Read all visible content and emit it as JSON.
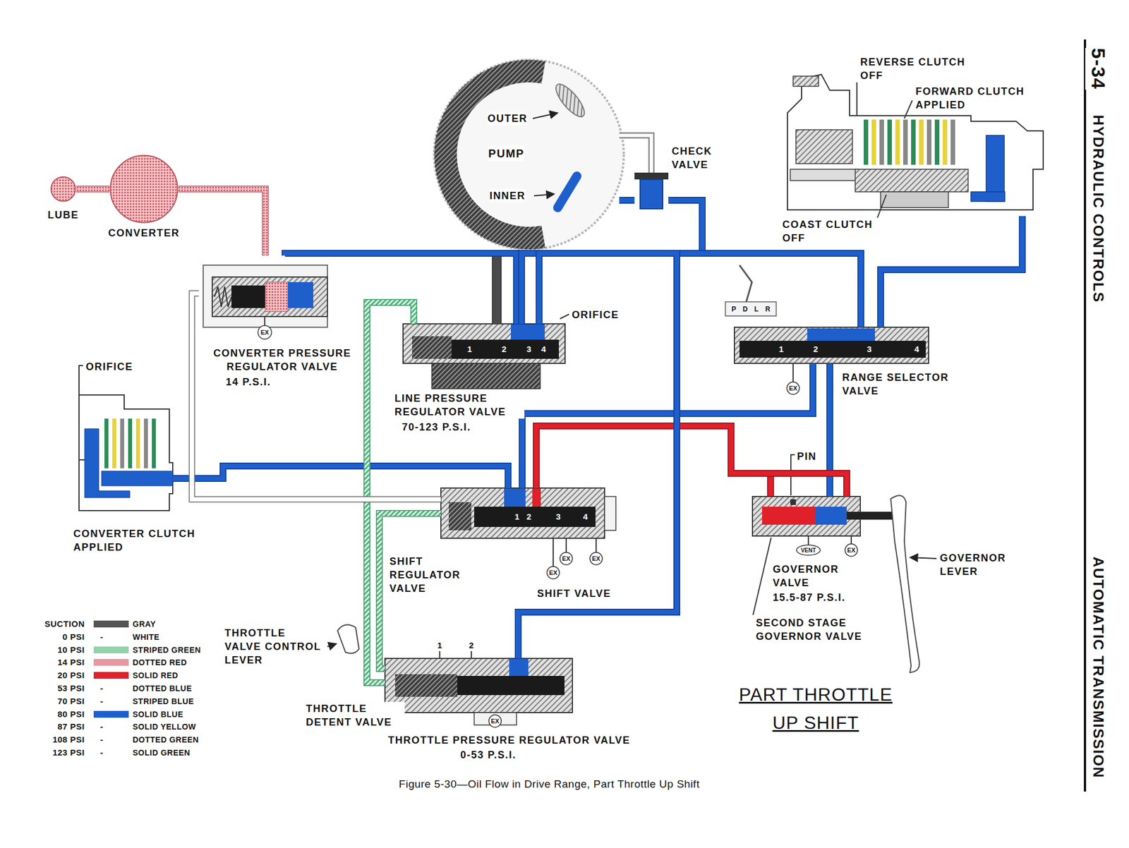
{
  "diagram": {
    "title": "PART THROTTLE UP SHIFT",
    "caption": "Figure 5-30—Oil Flow in Drive Range, Part Throttle Up Shift",
    "nodes": [
      {
        "text": [
          "LUBE"
        ]
      },
      {
        "text": [
          "CONVERTER"
        ]
      },
      {
        "text": [
          "OUTER",
          "PUMP",
          "INNER"
        ]
      },
      {
        "text": [
          "CHECK VALVE"
        ]
      },
      {
        "text": [
          "REVERSE CLUTCH OFF",
          "FORWARD CLUTCH APPLIED",
          "COAST CLUTCH OFF"
        ]
      },
      {
        "text": [
          "CONVERTER PRESSURE REGULATOR VALVE",
          "14 P.S.I."
        ]
      },
      {
        "text": [
          "LINE PRESSURE REGULATOR VALVE",
          "70-123 P.S.I."
        ]
      },
      {
        "text": [
          "RANGE SELECTOR VALVE"
        ]
      },
      {
        "text": [
          "CONVERTER CLUTCH APPLIED"
        ]
      },
      {
        "text": [
          "SHIFT REGULATOR VALVE",
          "SHIFT VALVE"
        ]
      },
      {
        "text": [
          "GOVERNOR VALVE",
          "15.5-87 P.S.I.",
          "SECOND STAGE GOVERNOR VALVE"
        ]
      },
      {
        "text": [
          "THROTTLE DETENT VALVE",
          "THROTTLE PRESSURE REGULATOR VALVE",
          "0-53 P.S.I."
        ]
      }
    ],
    "edges": [
      {
        "from": 1,
        "to": 0,
        "arrow": "none"
      },
      {
        "from": 5,
        "to": 1,
        "arrow": "none"
      },
      {
        "from": 2,
        "to": 6,
        "arrow": "none"
      },
      {
        "from": 2,
        "to": 3,
        "arrow": "none"
      },
      {
        "from": 6,
        "to": 5,
        "arrow": "none"
      },
      {
        "from": 6,
        "to": 7,
        "arrow": "none"
      },
      {
        "from": 7,
        "to": 4,
        "arrow": "none"
      },
      {
        "from": 7,
        "to": 10,
        "arrow": "none"
      },
      {
        "from": 7,
        "to": 9,
        "arrow": "none"
      },
      {
        "from": 10,
        "to": 9,
        "arrow": "none"
      },
      {
        "from": 9,
        "to": 8,
        "arrow": "none"
      },
      {
        "from": 6,
        "to": 11,
        "arrow": "none"
      },
      {
        "from": 11,
        "to": 6,
        "arrow": "none"
      },
      {
        "from": 11,
        "to": 9,
        "arrow": "none"
      },
      {
        "from": 5,
        "to": 9,
        "arrow": "none"
      }
    ],
    "labels": [
      "5-34",
      "HYDRAULIC CONTROLS",
      "AUTOMATIC TRANSMISSION",
      "ORIFICE",
      "1",
      "2",
      "3",
      "4",
      "EX",
      "P",
      "D",
      "L",
      "R",
      "1",
      "2",
      "3",
      "4",
      "EX",
      "ORIFICE",
      "1",
      "2",
      "3",
      "4",
      "EX",
      "EX",
      "EX",
      "PIN",
      "VENT",
      "EX",
      "GOVERNOR LEVER",
      "1",
      "2",
      "EX",
      "THROTTLE VALVE CONTROL LEVER",
      "-",
      "-",
      "-",
      "-",
      "-",
      "-",
      "GRAY",
      "WHITE",
      "STRIPED GREEN",
      "DOTTED RED",
      "SOLID RED",
      "DOTTED BLUE",
      "STRIPED BLUE",
      "SOLID BLUE",
      "SOLID YELLOW",
      "DOTTED GREEN",
      "SOLID GREEN"
    ],
    "legend": [
      {
        "text": "SUCTION",
        "color": "#555555"
      },
      {
        "text": "0 PSI"
      },
      {
        "text": "10 PSI",
        "color": "#8fd4aa"
      },
      {
        "text": "14 PSI",
        "color": "#e49aa2"
      },
      {
        "text": "20 PSI",
        "color": "#e0202a"
      },
      {
        "text": "53 PSI"
      },
      {
        "text": "70 PSI"
      },
      {
        "text": "80 PSI",
        "color": "#1f5fcc"
      },
      {
        "text": "87 PSI"
      },
      {
        "text": "108 PSI"
      },
      {
        "text": "123 PSI"
      }
    ]
  }
}
